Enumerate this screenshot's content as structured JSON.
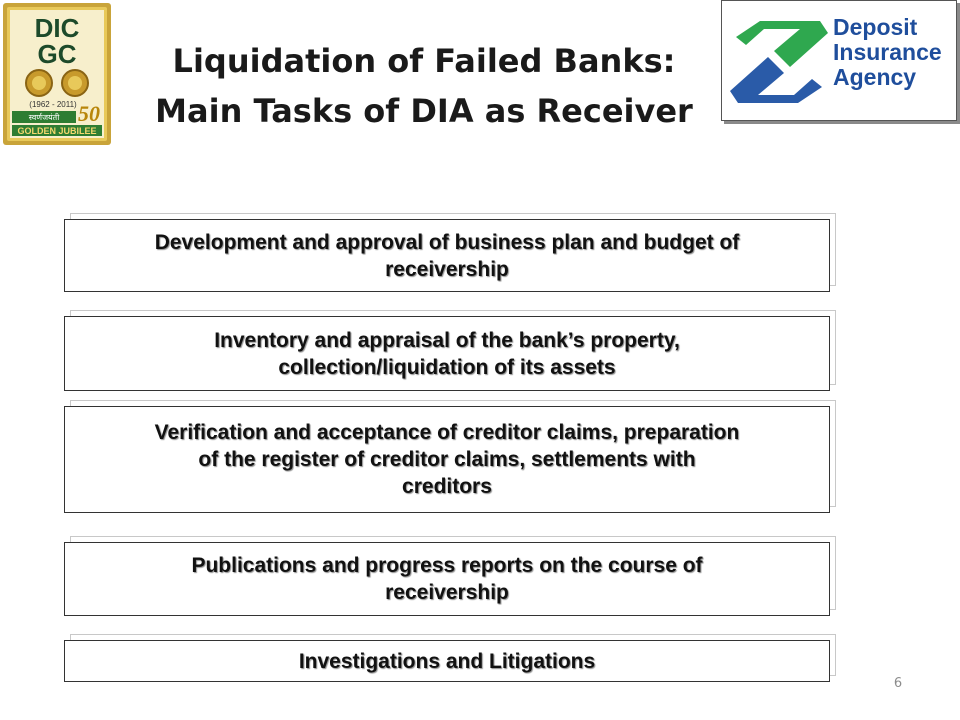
{
  "logo_left": {
    "text_top": "DIC",
    "text_bottom": "GC",
    "years": "(1962 - 2011)",
    "anniversary": "50",
    "hindi": "स्वर्णजयंती",
    "jubilee": "GOLDEN JUBILEE"
  },
  "title": {
    "line1": "Liquidation of Failed Banks:",
    "line2": "Main Tasks of DIA as Receiver"
  },
  "logo_right": {
    "line1": "Deposit",
    "line2": "Insurance",
    "line3": "Agency",
    "colors": {
      "green": "#2fa84f",
      "blue": "#2a5ba8",
      "text": "#1f4e9c"
    }
  },
  "tasks": [
    {
      "lines": [
        "Development and approval of business plan and budget of",
        "receivership"
      ]
    },
    {
      "lines": [
        "Inventory and appraisal of the bank’s property,",
        "collection/liquidation of its assets"
      ]
    },
    {
      "lines": [
        "Verification and acceptance of creditor claims, preparation",
        "of the register of creditor claims, settlements with",
        "creditors"
      ]
    },
    {
      "lines": [
        "Publications and progress reports on the course of",
        "receivership"
      ]
    },
    {
      "lines": [
        "Investigations and Litigations"
      ]
    }
  ],
  "page_number": "6"
}
